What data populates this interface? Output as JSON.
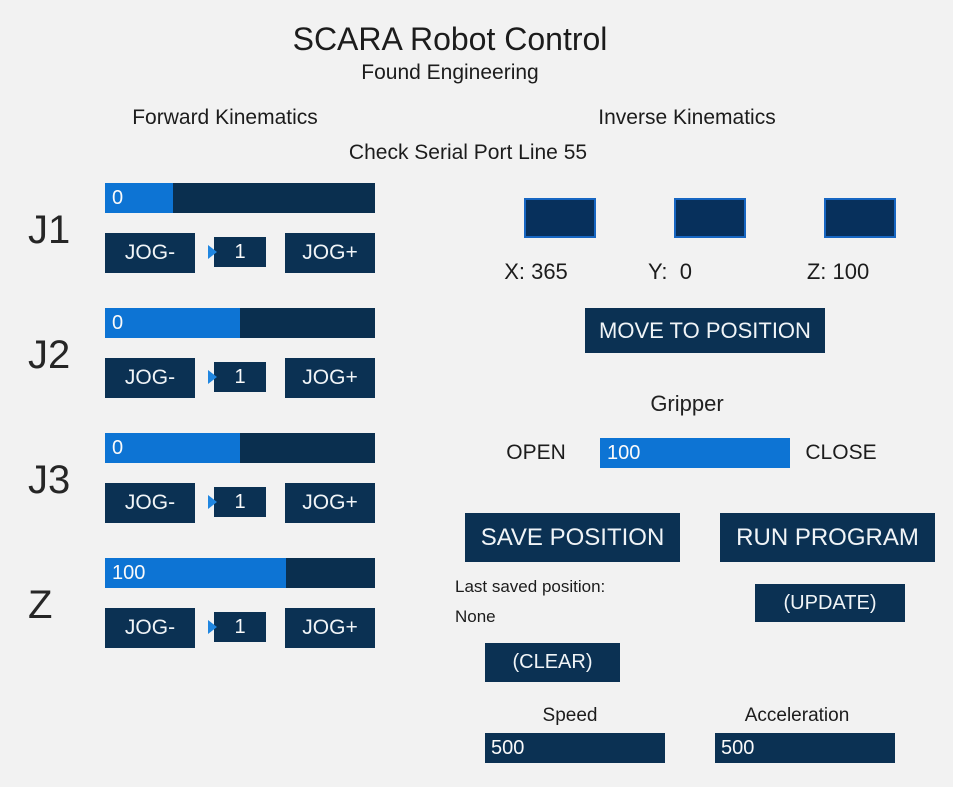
{
  "header": {
    "title": "SCARA Robot Control",
    "subtitle": "Found Engineering",
    "forward_label": "Forward Kinematics",
    "inverse_label": "Inverse Kinematics",
    "status": "Check Serial Port Line 55"
  },
  "joints": [
    {
      "label": "J1",
      "value": "0",
      "fill_pct": 25,
      "step": "1",
      "jog_minus": "JOG-",
      "jog_plus": "JOG+"
    },
    {
      "label": "J2",
      "value": "0",
      "fill_pct": 50,
      "step": "1",
      "jog_minus": "JOG-",
      "jog_plus": "JOG+"
    },
    {
      "label": "J3",
      "value": "0",
      "fill_pct": 50,
      "step": "1",
      "jog_minus": "JOG-",
      "jog_plus": "JOG+"
    },
    {
      "label": "Z",
      "value": "100",
      "fill_pct": 67,
      "step": "1",
      "jog_minus": "JOG-",
      "jog_plus": "JOG+"
    }
  ],
  "inverse": {
    "coords": [
      {
        "label": "X: 365"
      },
      {
        "label": "Y:  0"
      },
      {
        "label": "Z: 100"
      }
    ],
    "move_button": "MOVE TO POSITION"
  },
  "gripper": {
    "title": "Gripper",
    "open_label": "OPEN",
    "close_label": "CLOSE",
    "value": "100",
    "fill_pct": 100
  },
  "actions": {
    "save_button": "SAVE POSITION",
    "run_button": "RUN PROGRAM",
    "update_button": "(UPDATE)",
    "clear_button": "(CLEAR)",
    "last_saved_label": "Last saved position:",
    "last_saved_value": "None"
  },
  "motion": {
    "speed_label": "Speed",
    "speed_value": "500",
    "accel_label": "Acceleration",
    "accel_value": "500"
  },
  "colors": {
    "background": "#f2f2f2",
    "navy_button": "#0b3153",
    "slider_track": "#0a2f4f",
    "slider_fill": "#0d74d4",
    "entry_fill": "#07305c",
    "entry_border": "#1766c2",
    "spin_arrow": "#2086e0",
    "text_dark": "#1c1c1c",
    "text_light": "#fafafa"
  }
}
